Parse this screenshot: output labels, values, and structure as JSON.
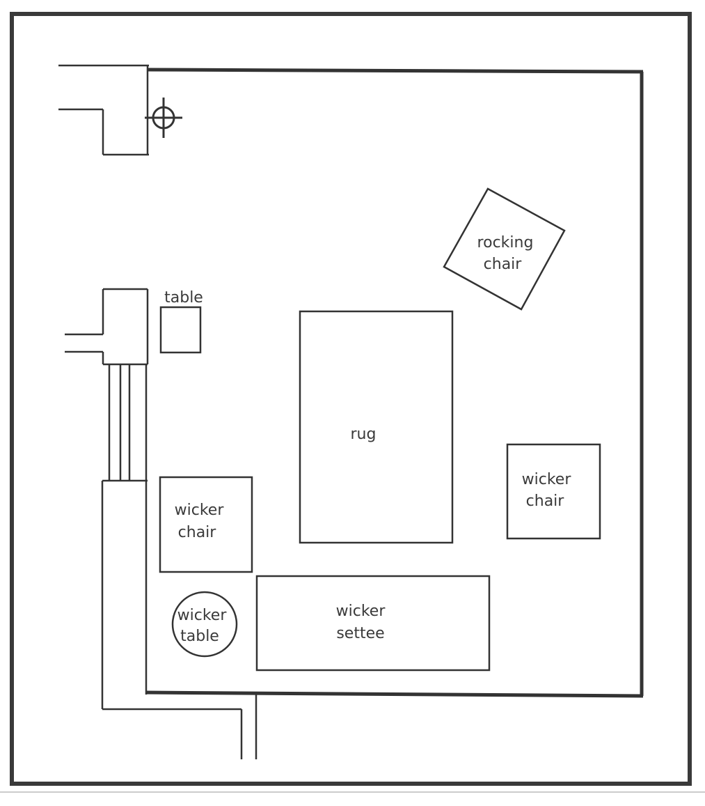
{
  "labels": {
    "table": "table",
    "rocking_chair_line1": "rocking",
    "rocking_chair_line2": "chair",
    "rug": "rug",
    "wicker_chair_left_line1": "wicker",
    "wicker_chair_left_line2": "chair",
    "wicker_chair_right_line1": "wicker",
    "wicker_chair_right_line2": "chair",
    "wicker_table_line1": "wicker",
    "wicker_table_line2": "table",
    "wicker_settee_line1": "wicker",
    "wicker_settee_line2": "settee"
  },
  "icons": {
    "marker": "crosshair-icon"
  },
  "colors": {
    "ink": "#333333",
    "paper": "#ffffff"
  }
}
